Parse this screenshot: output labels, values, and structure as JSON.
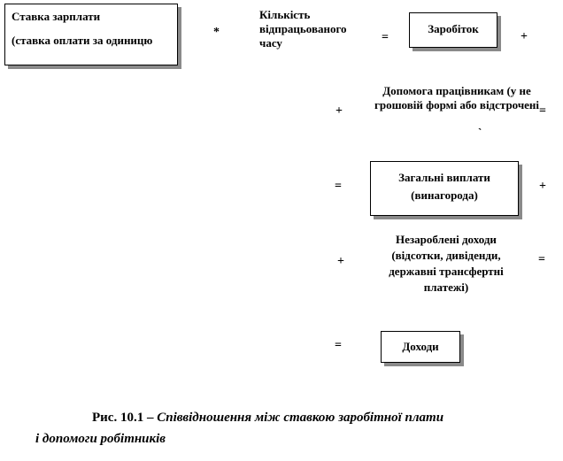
{
  "row1": {
    "wage_rate_title": "Ставка зарплати",
    "wage_rate_sub": "(ставка оплати за одиницю",
    "op_multiply": "*",
    "hours_worked": "Кількість відпрацьованого часу",
    "op_equals": "=",
    "earnings": "Заробіток",
    "op_plus": "+"
  },
  "row2": {
    "op_plus": "+",
    "benefits": "Допомога працівникам (у не грошовій формі або відстрочені",
    "stray_mark": "`",
    "op_equals": "="
  },
  "row3": {
    "op_equals": "=",
    "total_pay": "Загальні виплати (винагорода)",
    "op_plus": "+"
  },
  "row4": {
    "op_plus": "+",
    "unearned_income": "Незароблені доходи (відсотки, дивіденди, державні трансфертні платежі)",
    "op_equals": "="
  },
  "row5": {
    "op_equals": "=",
    "income": "Доходи"
  },
  "caption": {
    "prefix": "Рис. 10.1 – ",
    "title_line1": "Співвідношення між ставкою заробітної плати",
    "title_line2": "і допомоги робітників"
  }
}
